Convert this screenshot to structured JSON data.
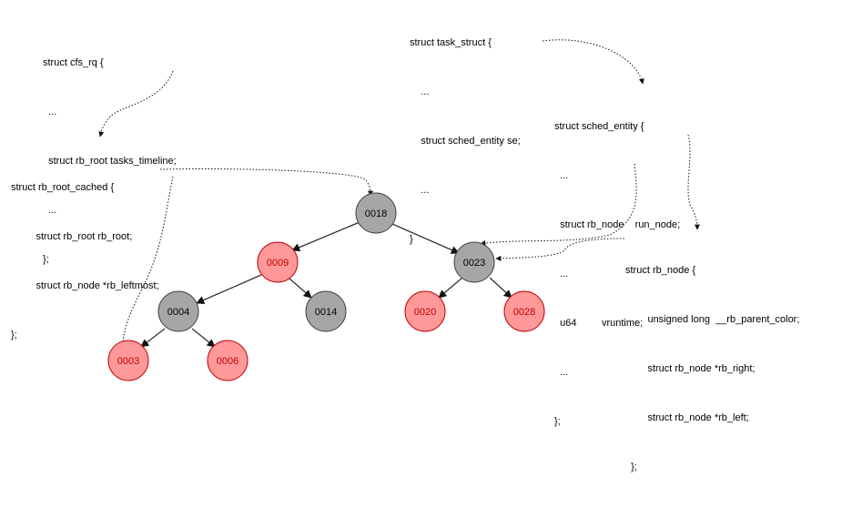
{
  "structs": {
    "cfs_rq": [
      "struct cfs_rq {",
      "  ...",
      "  struct rb_root tasks_timeline;",
      "  ...",
      "};"
    ],
    "task_struct": [
      "struct task_struct {",
      "    ...",
      "    struct sched_entity se;",
      "    ...",
      "}"
    ],
    "sched_entity": [
      "struct sched_entity {",
      "  ...",
      "  struct rb_node    run_node;",
      "  ...",
      "  u64         vruntime;",
      "  ...",
      "};"
    ],
    "rb_root_cached": [
      "struct rb_root_cached {",
      "         struct rb_root rb_root;",
      "         struct rb_node *rb_leftmost;",
      "};"
    ],
    "rb_node": [
      "struct rb_node {",
      "        unsigned long  __rb_parent_color;",
      "        struct rb_node *rb_right;",
      "        struct rb_node *rb_left;",
      "  };"
    ]
  },
  "tree": {
    "colors": {
      "black_fill": "#a6a6a6",
      "red_fill": "#ff9999",
      "red_text": "#c00000",
      "black_text": "#000000",
      "edge": "#333333"
    },
    "nodes": [
      {
        "id": "n0018",
        "label": "0018",
        "color": "black"
      },
      {
        "id": "n0009",
        "label": "0009",
        "color": "red"
      },
      {
        "id": "n0023",
        "label": "0023",
        "color": "black"
      },
      {
        "id": "n0004",
        "label": "0004",
        "color": "black"
      },
      {
        "id": "n0014",
        "label": "0014",
        "color": "black"
      },
      {
        "id": "n0020",
        "label": "0020",
        "color": "red"
      },
      {
        "id": "n0028",
        "label": "0028",
        "color": "red"
      },
      {
        "id": "n0003",
        "label": "0003",
        "color": "red"
      },
      {
        "id": "n0006",
        "label": "0006",
        "color": "red"
      }
    ]
  }
}
